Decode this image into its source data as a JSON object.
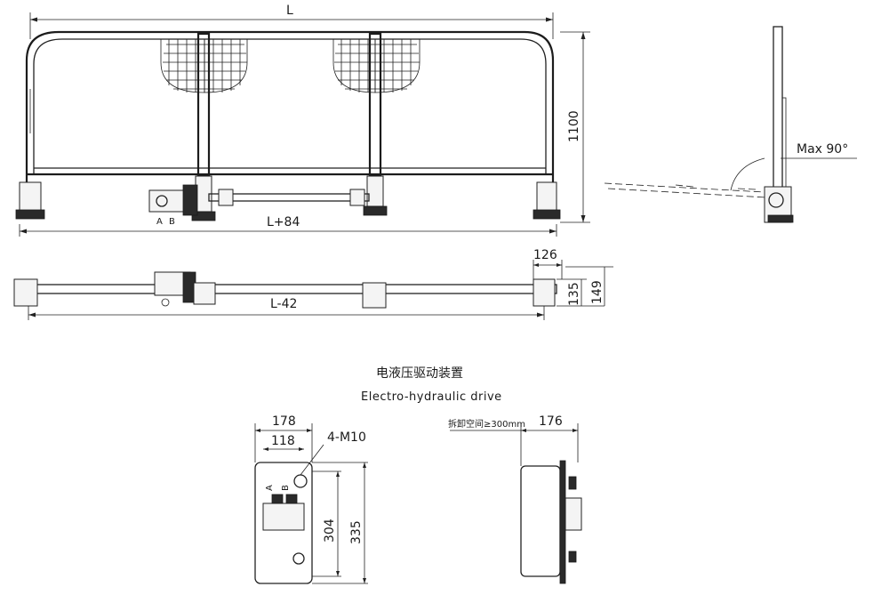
{
  "front_view": {
    "length_label": "L",
    "height_label": "1100",
    "post_spacing_label": "L+84",
    "port_a": "A",
    "port_b": "B"
  },
  "side_view": {
    "angle_label": "Max 90°"
  },
  "top_view": {
    "length_label": "L-42",
    "width_126": "126",
    "width_135": "135",
    "width_149": "149"
  },
  "drive": {
    "title_cn": "电液压驱动装置",
    "title_en": "Electro-hydraulic drive",
    "front": {
      "width_178": "178",
      "width_118": "118",
      "bolt_label": "4-M10",
      "height_304": "304",
      "height_335": "335",
      "port_a": "A",
      "port_b": "B"
    },
    "side": {
      "clearance_note": "拆卸空间≥300mm",
      "width_176": "176"
    }
  }
}
